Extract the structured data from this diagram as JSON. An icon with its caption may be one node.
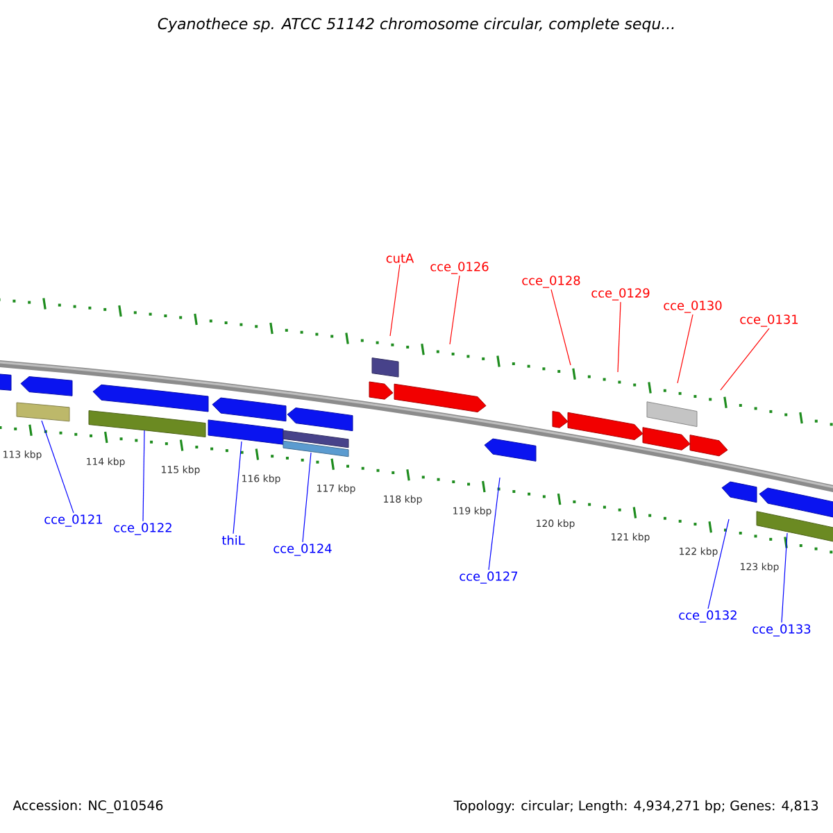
{
  "diagram": {
    "title": "Cyanothece sp. ATCC 51142 chromosome circular, complete sequ...",
    "nodes": [
      {
        "text": [
          "cutA"
        ]
      },
      {
        "text": [
          "cce_0126"
        ]
      },
      {
        "text": [
          "cce_0128"
        ]
      },
      {
        "text": [
          "cce_0129"
        ]
      },
      {
        "text": [
          "cce_0130"
        ]
      },
      {
        "text": [
          "cce_0131"
        ]
      },
      {
        "text": [
          "cce_0121"
        ]
      },
      {
        "text": [
          "cce_0122"
        ]
      },
      {
        "text": [
          "thiL"
        ]
      },
      {
        "text": [
          "cce_0124"
        ]
      },
      {
        "text": [
          "cce_0127"
        ]
      },
      {
        "text": [
          "cce_0132"
        ]
      },
      {
        "text": [
          "cce_0133"
        ]
      }
    ],
    "edges": [
      {
        "from": 0,
        "to": null,
        "arrow": "none",
        "color": "#ff0000"
      },
      {
        "from": 1,
        "to": null,
        "arrow": "none",
        "color": "#ff0000"
      },
      {
        "from": 2,
        "to": null,
        "arrow": "none",
        "color": "#ff0000"
      },
      {
        "from": 3,
        "to": null,
        "arrow": "none",
        "color": "#ff0000"
      },
      {
        "from": 4,
        "to": null,
        "arrow": "none",
        "color": "#ff0000"
      },
      {
        "from": 5,
        "to": null,
        "arrow": "none",
        "color": "#ff0000"
      },
      {
        "from": 6,
        "to": null,
        "arrow": "none"
      },
      {
        "from": 7,
        "to": null,
        "arrow": "none"
      },
      {
        "from": 8,
        "to": null,
        "arrow": "none"
      },
      {
        "from": 9,
        "to": null,
        "arrow": "none"
      },
      {
        "from": 10,
        "to": null,
        "arrow": "none"
      },
      {
        "from": 11,
        "to": null,
        "arrow": "none"
      },
      {
        "from": 12,
        "to": null,
        "arrow": "none"
      }
    ],
    "labels": [
      "113 kbp",
      "114 kbp",
      "115 kbp",
      "116 kbp",
      "117 kbp",
      "118 kbp",
      "119 kbp",
      "120 kbp",
      "121 kbp",
      "122 kbp",
      "123 kbp",
      "Accession: NC_010546",
      "Topology: circular; Length: 4,934,271 bp; Genes: 4,813"
    ]
  }
}
